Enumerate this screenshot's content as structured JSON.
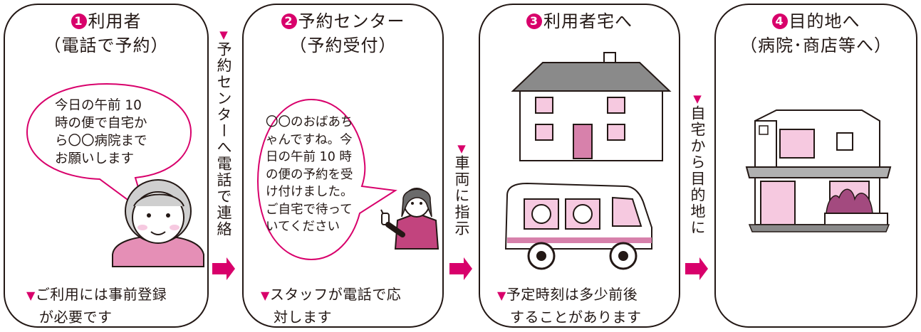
{
  "steps": [
    {
      "number": "1",
      "title_line1": "利用者",
      "title_line2": "（電話で予約）",
      "speech": [
        "今日の午前 10",
        "時の便で自宅か",
        "ら〇〇病院まで",
        "お願いします"
      ],
      "note_line1": "ご利用には事前登録",
      "note_line2": "が必要です"
    },
    {
      "number": "2",
      "title_line1": "予約センター",
      "title_line2": "（予約受付）",
      "speech": [
        "〇〇のおばあち",
        "ゃんですね。今",
        "日の午前 10 時",
        "の便の予約を受",
        "け付けました。",
        "ご自宅で待って",
        "いてください"
      ],
      "note_line1": "スタッフが電話で応",
      "note_line2": "対します"
    },
    {
      "number": "3",
      "title_line1": "利用者宅へ",
      "note_line1": "予定時刻は多少前後",
      "note_line2": "することがあります"
    },
    {
      "number": "4",
      "title_line1": "目的地へ",
      "title_line2": "（病院･商店等へ）"
    }
  ],
  "connectors": [
    {
      "label": "予約センターへ電話で連絡"
    },
    {
      "label": "車両に指示"
    },
    {
      "label": "自宅から目的地に"
    }
  ],
  "marker": "▼",
  "colors": {
    "accent": "#d8006b",
    "pink_fill": "#f6c9e0",
    "line": "#231815",
    "gray": "#8a8a8a"
  }
}
